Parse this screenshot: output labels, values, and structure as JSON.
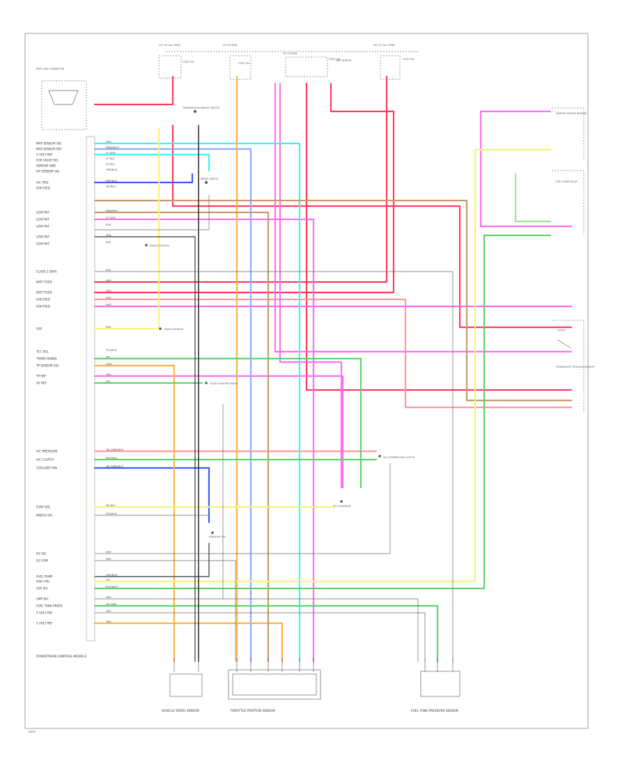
{
  "diagram": {
    "footer_code": "14850",
    "colors": {
      "red": "#ff3b5c",
      "pink": "#ff6ef2",
      "cyan": "#3af2ff",
      "blue": "#3b5bff",
      "yellow": "#f7f27a",
      "green": "#5fd46a",
      "orange": "#ffb04a",
      "brown": "#c49a6c",
      "lightblue": "#8fa8ff",
      "grey": "#9a9a9a",
      "black": "#333333",
      "lightgreen": "#9fe39a",
      "salmon": "#ff9a9a"
    },
    "fuses": [
      {
        "title": "HOT AT ALL TIMES",
        "label": "FUSE 15A"
      },
      {
        "title": "HOT IN RUN",
        "label": "FUSE 10A"
      },
      {
        "title": "HOT IN RUN",
        "label": "FUSE 10A"
      },
      {
        "title": "HOT AT ALL TIMES",
        "label": "FUSE 10A"
      }
    ],
    "components": {
      "data_link": "DATA LINK CONNECTOR",
      "ecm": "POWERTRAIN CONTROL MODULE",
      "trans_range": "TRANSMISSION RANGE SWITCH",
      "brake_sw": "BRAKE SWITCH",
      "ac": "A/C COMPRESSOR CLUTCH",
      "speed_sensor": "VEHICLE SPEED SENSOR",
      "tcc": "TCC SOLENOID",
      "throttle": "THROTTLE POSITION SENSOR",
      "map_sensor": "MAP SENSOR",
      "fuel_tank": "FUEL TANK PRESSURE SENSOR",
      "crank": "CRANKSHAFT POSITION SENSOR",
      "o2": "HEATED OXYGEN SENSOR",
      "evap": "EVAP CANISTER PURGE",
      "ignition": "IGNITION COIL",
      "fuel_pump": "FUEL PUMP RELAY",
      "cruise": "CRUISE CONTROL",
      "knock": "KNOCK SENSOR"
    },
    "pin_labels": [
      "MAP SENSOR SIG",
      "MAP SENSOR REF",
      "5 VOLT REF",
      "EGR VALVE SIG",
      "SENSOR GND",
      "IAT SENSOR SIG",
      "A/C REQ",
      "IGN FEED",
      "LOW REF",
      "LOW REF",
      "LOW REF",
      "LOW REF",
      "LOW REF",
      "CLASS 2 DATA",
      "BATT FEED",
      "BATT FEED",
      "IGN FEED",
      "IGN FEED",
      "VSS",
      "TCC SOL",
      "TRANS RANGE",
      "TP SENSOR SIG",
      "TP REF",
      "5V REF",
      "A/C PRESSURE",
      "A/C CLUTCH",
      "COOLANT FAN",
      "EVAP SOL",
      "KNOCK SIG",
      "O2 SIG",
      "O2 LOW",
      "FUEL PUMP",
      "IGN CTRL",
      "CKP SIG",
      "CMP SIG",
      "FUEL TANK PRESS",
      "5 VOLT REF",
      "5 VOLT REF"
    ],
    "wire_labels": [
      "RED",
      "BRN/WHT",
      "LT GRN",
      "LT BLU",
      "LT BLU",
      "GRY/BLK",
      "GRY/BLK",
      "DK BLU",
      "BRN/BLK",
      "LT GRN",
      "BLK",
      "TAN",
      "BLK",
      "BLK",
      "GRY",
      "RED",
      "RED",
      "RED",
      "PNK",
      "YEL/BLK",
      "PPL",
      "GRN",
      "TAN",
      "PPL",
      "DK GRN/WHT",
      "RED/BLK",
      "DK GRN/WHT",
      "DK BLU",
      "YEL/BLK",
      "GRY",
      "GRY",
      "GRY/BLK",
      "YEL",
      "BLK/WHT",
      "GRY",
      "DK GRN",
      "GRY",
      "TAN"
    ]
  }
}
